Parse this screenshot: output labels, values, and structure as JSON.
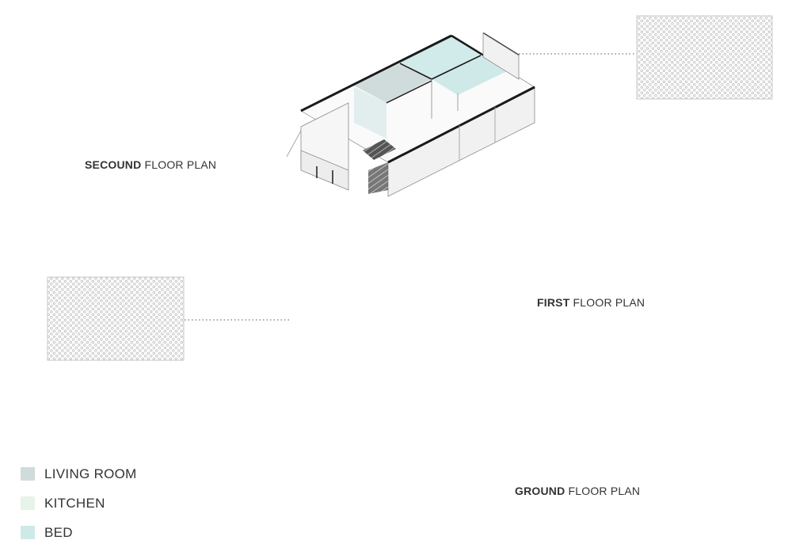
{
  "floors": {
    "second": {
      "bold": "SECOUND",
      "rest": " FLOOR PLAN"
    },
    "first": {
      "bold": "FIRST",
      "rest": " FLOOR PLAN"
    },
    "ground": {
      "bold": "GROUND",
      "rest": " FLOOR PLAN"
    }
  },
  "legend": [
    {
      "label": "LIVING ROOM",
      "color": "#d0dcdb"
    },
    {
      "label": "KITCHEN",
      "color": "#e6f3e8"
    },
    {
      "label": "BED",
      "color": "#cfe9e9"
    }
  ],
  "colors": {
    "wall_top": "#1a1a1a",
    "wall_face": "#f1f1f1",
    "line": "#8a8a8a",
    "living": "#d0dcdb",
    "kitchen": "#e6f3e8",
    "bed": "#cfe9e9",
    "screen_pattern": "#bdbdbd"
  },
  "icons": [
    "perforated-screen-panel",
    "staircase",
    "leader-line"
  ]
}
